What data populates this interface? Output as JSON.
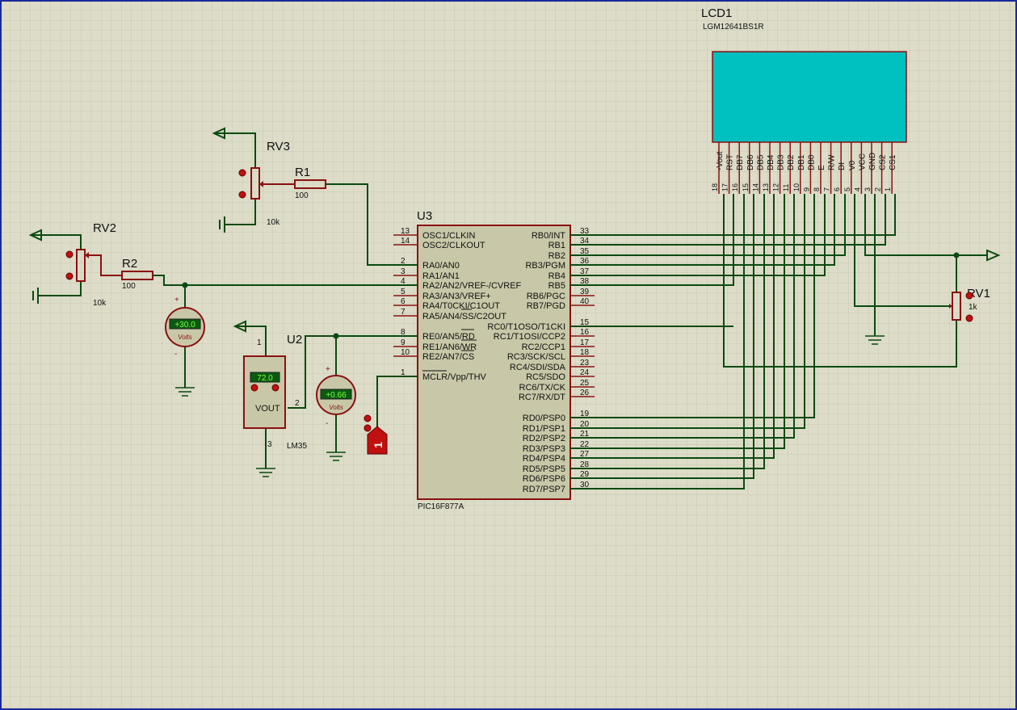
{
  "colors": {
    "background": "#dcdcc8",
    "grid": "#c6c6b0",
    "wire": "#0a4a10",
    "component": "#8a1010",
    "component_fill": "#c8c8a8",
    "lcd_screen": "#00c0c0",
    "display": "#0a5a10",
    "display_text": "#7cff40"
  },
  "lcd": {
    "ref": "LCD1",
    "part": "LGM12641BS1R",
    "pins": [
      {
        "name": "-Vout",
        "num": "18"
      },
      {
        "name": "RST",
        "num": "17"
      },
      {
        "name": "DB7",
        "num": "16"
      },
      {
        "name": "DB6",
        "num": "15"
      },
      {
        "name": "DB5",
        "num": "14"
      },
      {
        "name": "DB4",
        "num": "13"
      },
      {
        "name": "DB3",
        "num": "12"
      },
      {
        "name": "DB2",
        "num": "11"
      },
      {
        "name": "DB1",
        "num": "10"
      },
      {
        "name": "DB0",
        "num": "9"
      },
      {
        "name": "E",
        "num": "8"
      },
      {
        "name": "R/W",
        "num": "7"
      },
      {
        "name": "DI",
        "num": "6"
      },
      {
        "name": "V0",
        "num": "5"
      },
      {
        "name": "VCC",
        "num": "4"
      },
      {
        "name": "GND",
        "num": "3"
      },
      {
        "name": "CS2",
        "num": "2"
      },
      {
        "name": "CS1",
        "num": "1"
      }
    ]
  },
  "mcu": {
    "ref": "U3",
    "part": "PIC16F877A",
    "left_pins": [
      {
        "name": "OSC1/CLKIN",
        "num": "13"
      },
      {
        "name": "OSC2/CLKOUT",
        "num": "14"
      },
      {
        "name": "RA0/AN0",
        "num": "2"
      },
      {
        "name": "RA1/AN1",
        "num": "3"
      },
      {
        "name": "RA2/AN2/VREF-/CVREF",
        "num": "4"
      },
      {
        "name": "RA3/AN3/VREF+",
        "num": "5"
      },
      {
        "name": "RA4/T0CKI/C1OUT",
        "num": "6"
      },
      {
        "name": "RA5/AN4/SS/C2OUT",
        "num": "7"
      },
      {
        "name": "RE0/AN5/RD",
        "num": "8"
      },
      {
        "name": "RE1/AN6/WR",
        "num": "9"
      },
      {
        "name": "RE2/AN7/CS",
        "num": "10"
      },
      {
        "name": "MCLR/Vpp/THV",
        "num": "1"
      }
    ],
    "right_pins": [
      {
        "name": "RB0/INT",
        "num": "33"
      },
      {
        "name": "RB1",
        "num": "34"
      },
      {
        "name": "RB2",
        "num": "35"
      },
      {
        "name": "RB3/PGM",
        "num": "36"
      },
      {
        "name": "RB4",
        "num": "37"
      },
      {
        "name": "RB5",
        "num": "38"
      },
      {
        "name": "RB6/PGC",
        "num": "39"
      },
      {
        "name": "RB7/PGD",
        "num": "40"
      },
      {
        "name": "RC0/T1OSO/T1CKI",
        "num": "15"
      },
      {
        "name": "RC1/T1OSI/CCP2",
        "num": "16"
      },
      {
        "name": "RC2/CCP1",
        "num": "17"
      },
      {
        "name": "RC3/SCK/SCL",
        "num": "18"
      },
      {
        "name": "RC4/SDI/SDA",
        "num": "23"
      },
      {
        "name": "RC5/SDO",
        "num": "24"
      },
      {
        "name": "RC6/TX/CK",
        "num": "25"
      },
      {
        "name": "RC7/RX/DT",
        "num": "26"
      },
      {
        "name": "RD0/PSP0",
        "num": "19"
      },
      {
        "name": "RD1/PSP1",
        "num": "20"
      },
      {
        "name": "RD2/PSP2",
        "num": "21"
      },
      {
        "name": "RD3/PSP3",
        "num": "22"
      },
      {
        "name": "RD4/PSP4",
        "num": "27"
      },
      {
        "name": "RD5/PSP5",
        "num": "28"
      },
      {
        "name": "RD6/PSP6",
        "num": "29"
      },
      {
        "name": "RD7/PSP7",
        "num": "30"
      }
    ]
  },
  "rv1": {
    "ref": "RV1",
    "value": "1k"
  },
  "rv2": {
    "ref": "RV2",
    "value": "10k"
  },
  "rv3": {
    "ref": "RV3",
    "value": "10k"
  },
  "r1": {
    "ref": "R1",
    "value": "100"
  },
  "r2": {
    "ref": "R2",
    "value": "100"
  },
  "u2": {
    "ref": "U2",
    "part": "LM35",
    "reading": "72.0",
    "vout_label": "VOUT",
    "pin_vcc": "1",
    "pin_vout": "2",
    "pin_gnd": "3"
  },
  "voltmeter1": {
    "reading": "+30.0",
    "unit": "Volts",
    "plus": "+",
    "minus": "-"
  },
  "voltmeter2": {
    "reading": "+0.66",
    "unit": "Volts",
    "plus": "+",
    "minus": "-"
  },
  "mclr_source": {
    "label": "1"
  }
}
